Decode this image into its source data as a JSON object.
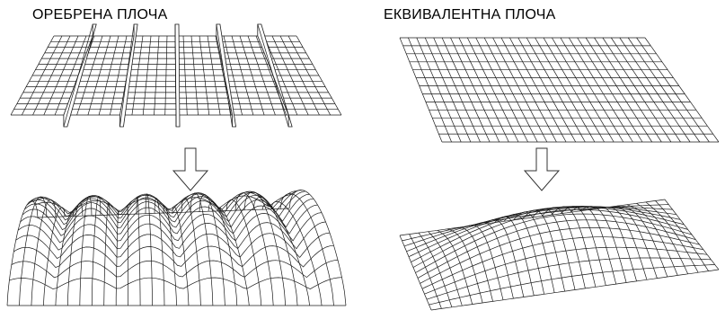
{
  "labels": {
    "left_title": "ОРЕБРЕНА ПЛОЧА",
    "right_title": "ЕКВИВАЛЕНТНА ПЛОЧА"
  },
  "figure": {
    "panels": [
      {
        "id": "ribbed-plate-undeformed",
        "ribs": 5
      },
      {
        "id": "equivalent-plate-undeformed",
        "ribs": 0
      },
      {
        "id": "ribbed-plate-deformed",
        "deformation": "wavy"
      },
      {
        "id": "equivalent-plate-deformed",
        "deformation": "dome"
      }
    ],
    "colors": {
      "lines": "#1a1a1a",
      "background": "#ffffff"
    },
    "icons": [
      "down-arrow-icon",
      "down-arrow-icon"
    ]
  }
}
